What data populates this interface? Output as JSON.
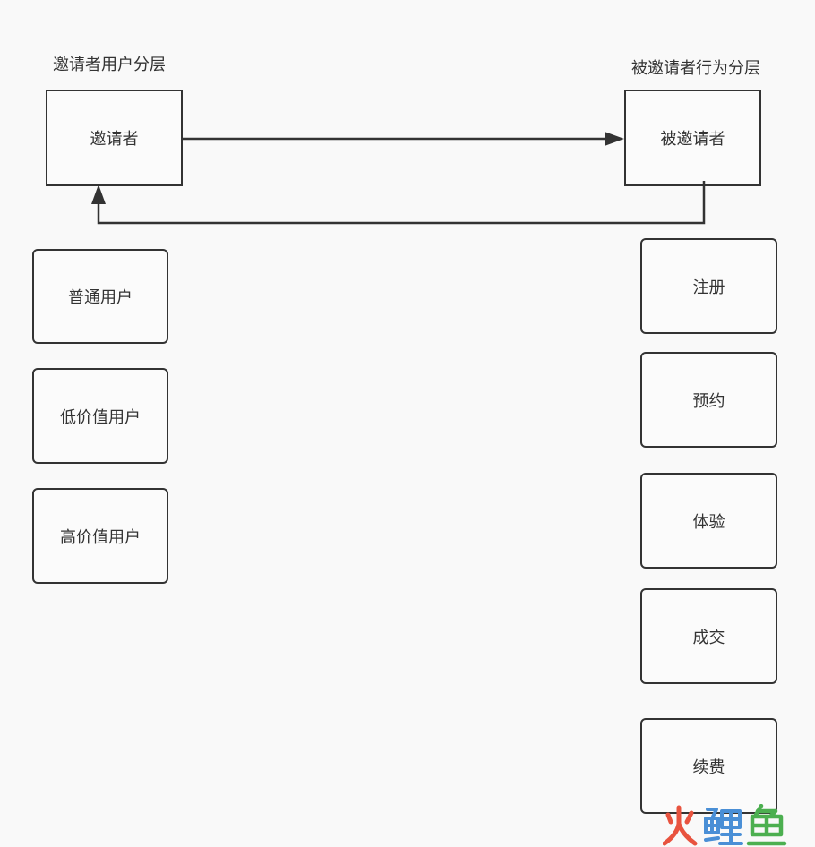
{
  "inviter_section": {
    "title": "邀请者用户分层",
    "main_box": "邀请者",
    "tiers": [
      "普通用户",
      "低价值用户",
      "高价值用户"
    ]
  },
  "invitee_section": {
    "title": "被邀请者行为分层",
    "main_box": "被邀请者",
    "stages": [
      "注册",
      "预约",
      "体验",
      "成交",
      "续费"
    ]
  },
  "watermark": {
    "text": "火鲤鱼",
    "colors": [
      "#e8533f",
      "#4a8fd6",
      "#4caf50"
    ]
  }
}
